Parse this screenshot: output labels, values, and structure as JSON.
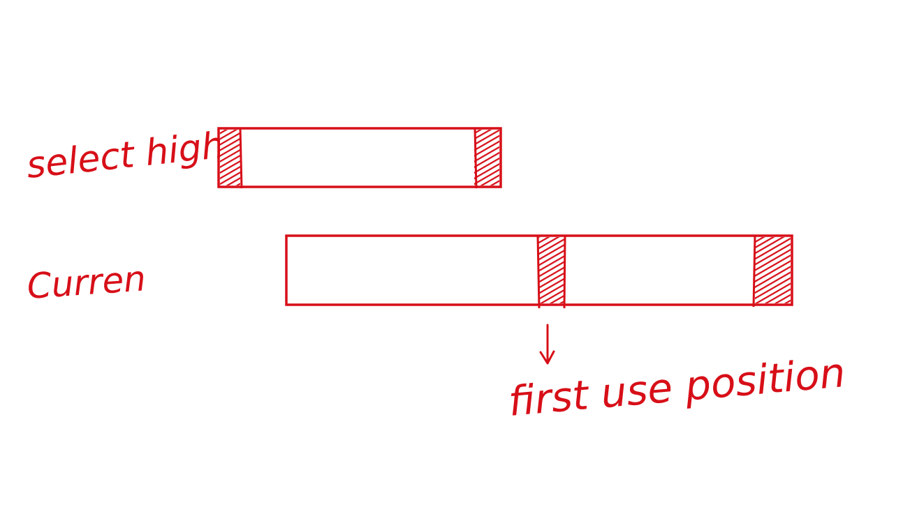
{
  "labels": {
    "select_high": "select high",
    "curren": "Curren",
    "first_use_position": "first use position"
  },
  "colors": {
    "ink": "#d70f18",
    "background": "#ffffff"
  }
}
